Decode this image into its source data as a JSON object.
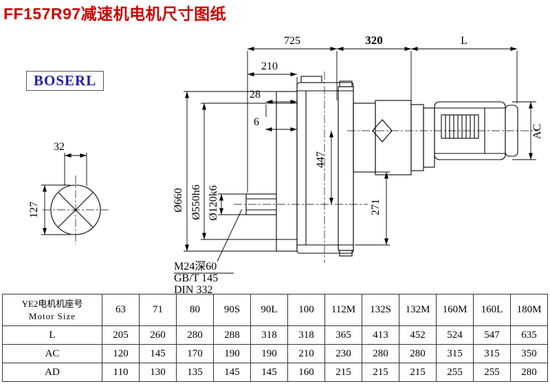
{
  "page": {
    "title": "FF157R97减速机电机尺寸图纸",
    "logo": "BOSERL"
  },
  "drawing": {
    "dim_725": "725",
    "dim_320": "320",
    "dim_L": "L",
    "dim_210": "210",
    "dim_28": "28",
    "dim_6": "6",
    "dim_32": "32",
    "dim_127": "127",
    "dim_447": "447",
    "dim_271": "271",
    "dim_AC": "AC",
    "dia_flange": "Ø660",
    "dia_spigot": "Ø550h6",
    "dia_shaft": "Ø120k6",
    "note_thread": "M24深60",
    "note_standard1": "GB/T 145",
    "note_standard2": "DIN 332"
  },
  "table": {
    "header_line1": "YE2电机机座号",
    "header_line2": "Motor Size",
    "sizes": [
      "63",
      "71",
      "80",
      "90S",
      "90L",
      "100",
      "112M",
      "132S",
      "132M",
      "160M",
      "160L",
      "180M"
    ],
    "rows": [
      {
        "label": "L",
        "values": [
          "205",
          "260",
          "280",
          "288",
          "318",
          "318",
          "365",
          "413",
          "452",
          "524",
          "547",
          "635"
        ]
      },
      {
        "label": "AC",
        "values": [
          "120",
          "145",
          "170",
          "190",
          "190",
          "210",
          "230",
          "280",
          "280",
          "315",
          "315",
          "350"
        ]
      },
      {
        "label": "AD",
        "values": [
          "110",
          "130",
          "135",
          "145",
          "145",
          "160",
          "215",
          "215",
          "215",
          "255",
          "255",
          "280"
        ]
      }
    ]
  }
}
